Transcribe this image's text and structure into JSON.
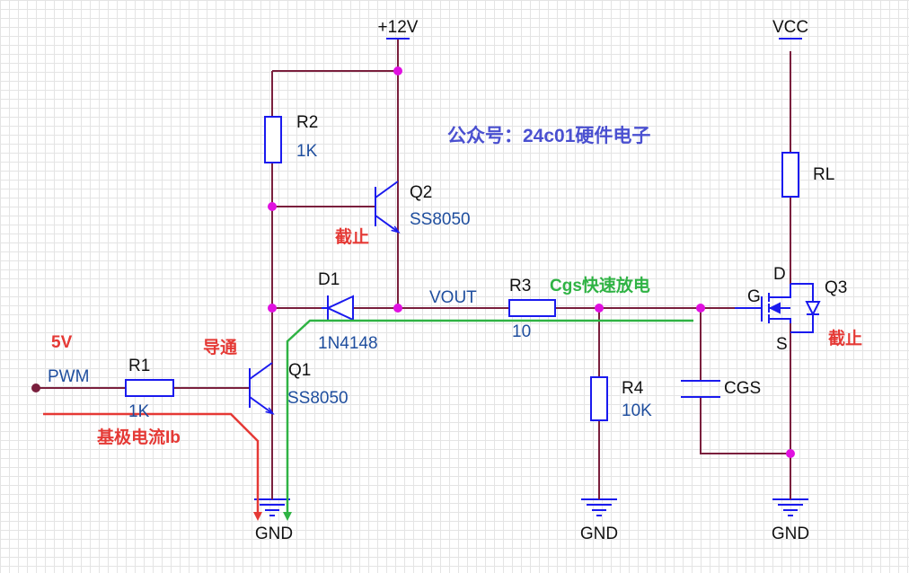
{
  "supply": {
    "v12": "+12V",
    "vcc": "VCC"
  },
  "ground": {
    "g1": "GND",
    "g2": "GND",
    "g3": "GND"
  },
  "title": "公众号：24c01硬件电子",
  "components": {
    "r1": {
      "ref": "R1",
      "value": "1K"
    },
    "r2": {
      "ref": "R2",
      "value": "1K"
    },
    "r3": {
      "ref": "R3",
      "value": "10"
    },
    "r4": {
      "ref": "R4",
      "value": "10K"
    },
    "rl": {
      "ref": "RL"
    },
    "d1": {
      "ref": "D1",
      "part": "1N4148"
    },
    "q1": {
      "ref": "Q1",
      "part": "SS8050"
    },
    "q2": {
      "ref": "Q2",
      "part": "SS8050"
    },
    "q3": {
      "ref": "Q3",
      "pin_g": "G",
      "pin_d": "D",
      "pin_s": "S"
    },
    "cgs": {
      "ref": "CGS"
    }
  },
  "nets": {
    "pwm": "PWM",
    "vout": "VOUT"
  },
  "annotations": {
    "v5": "5V",
    "q1_state": "导通",
    "q2_state": "截止",
    "q3_state": "截止",
    "ib": "基极电流Ib",
    "cgs_discharge": "Cgs快速放电"
  },
  "colors": {
    "wire": "#7a1f3d",
    "component": "#1a1aee",
    "junction": "#e010e0",
    "current_red": "#e53935",
    "current_green": "#2fb344"
  }
}
